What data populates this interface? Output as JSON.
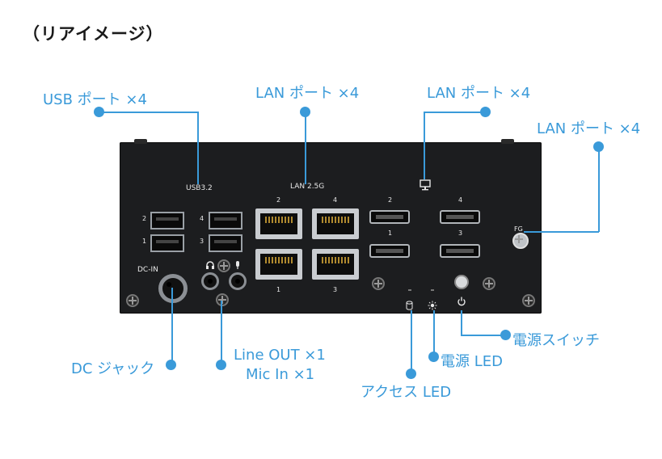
{
  "title": "（リアイメージ）",
  "callouts": {
    "usb": "USB ポート ×4",
    "lan1": "LAN ポート ×4",
    "lan2": "LAN ポート ×4",
    "lan3": "LAN ポート ×4",
    "dc": "DC ジャック",
    "line_out": "Line OUT ×1",
    "mic_in": "Mic In ×1",
    "access_led": "アクセス LED",
    "power_led": "電源 LED",
    "power_switch": "電源スイッチ"
  },
  "panel": {
    "usb_label": "USB3.2",
    "lan_label": "LAN 2.5G",
    "dc_label": "DC-IN",
    "fg_label": "FG",
    "usb_nums": [
      "2",
      "1",
      "4",
      "3"
    ],
    "lan_nums": [
      "2",
      "4",
      "1",
      "3"
    ],
    "dp_nums": [
      "2",
      "4",
      "1",
      "3"
    ]
  },
  "icons": {
    "display": "monitor-icon",
    "headphone": "headphone-icon",
    "mic": "microphone-icon",
    "storage": "storage-icon",
    "power_led": "sun-icon",
    "power": "power-icon"
  },
  "colors": {
    "accent": "#3a9ad9",
    "panel": "#1c1d1f"
  }
}
